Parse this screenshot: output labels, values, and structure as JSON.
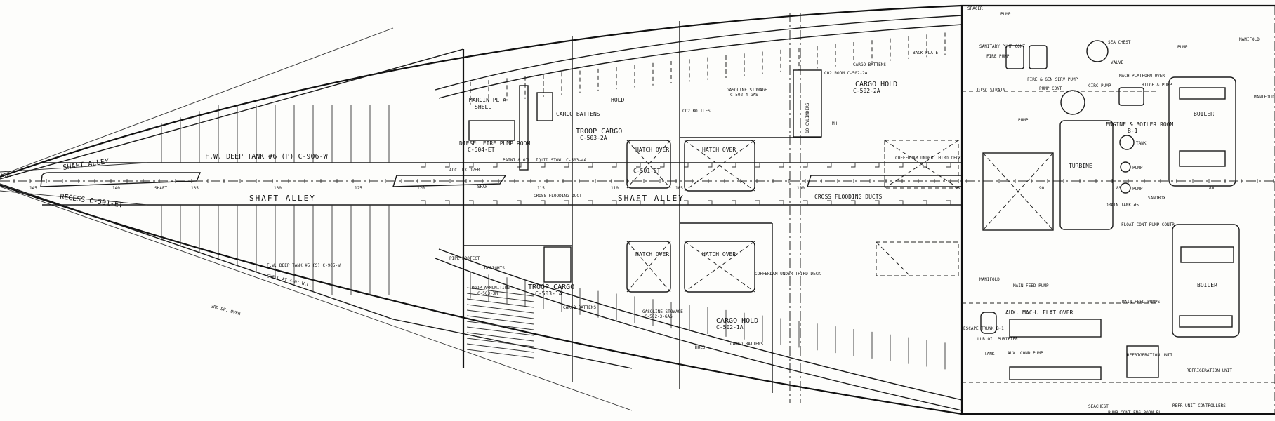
{
  "drawing": {
    "frames": [
      "145",
      "140",
      "135",
      "130",
      "125",
      "120",
      "115",
      "110",
      "105",
      "100",
      "95",
      "90",
      "85",
      "80"
    ],
    "labels": {
      "shaft_alley_fwd": "SHAFT  ALLEY",
      "shaft_alley_1": "SHAFT ALLEY",
      "shaft_alley_2": "SHAFT ALLEY",
      "recess": "RECESS C-501-ET",
      "wl": "W.L.",
      "fw_deep_tank_p": "F.W. DEEP TANK #6 (P) C-906-W",
      "fw_deep_tank_s": "F.W. DEEP TANK #5 (S) C-905-W",
      "shell_at_wl": "SHELL AT 4-0\" W.L.",
      "third_dk_over": "3RD DK. OVER",
      "shaft_1": "SHAFT",
      "shaft_2": "SHAFT",
      "margin_pl": "MARGIN PL AT",
      "margin_pl_2": "SHELL",
      "diesel_room": "DIESEL FIRE PUMP ROOM",
      "diesel_room_code": "C-504-ET",
      "acc_trk": "ACC TRK OVER",
      "paint_store": "PAINT & OIL LIQUID STOW. C-503-4A",
      "troop_cargo_2a": "TROOP CARGO",
      "troop_cargo_2a_code": "C-503-2A",
      "cargo_battens_1": "CARGO BATTENS",
      "hold_1": "HOLD",
      "hatch_over": "HATCH OVER",
      "c501et": "C-501-ET",
      "cross_flooding_duct": "CROSS FLOODING DUCT",
      "cross_flooding_ducts": "CROSS FLOODING DUCTS",
      "gasoline_4": "GASOLINE STOWAGE",
      "gasoline_4_code": "C-502-4-GAS",
      "co2_bottles": "CO2 BOTTLES",
      "co2_room": "CO2 ROOM C-502-2A",
      "cylinders": "10 CYLINDERS",
      "cargo_hold_2a": "CARGO HOLD",
      "cargo_hold_2a_code": "C-502-2A",
      "cargo_battens_2": "CARGO BATTENS",
      "back_plate": "BACK PLATE",
      "cofferdam_upper": "COFFERDAM UNDER THIRD DECK",
      "mh": "MH",
      "troop_ammo": "TROOP AMMUNITION",
      "troop_ammo_code": "C-503-3M",
      "pipe_protect": "PIPE PROTECT",
      "uprights": "UPRIGHTS",
      "troop_cargo_1a": "TROOP CARGO",
      "troop_cargo_1a_code": "C-503-1A",
      "cargo_battens_3": "CARGO BATTENS",
      "gasoline_3": "GASOLINE STOWAGE",
      "gasoline_3_code": "C-502-3-GAS",
      "cofferdam_lower": "COFFERDAM UNDER THIRD DECK",
      "cargo_hold_1a": "CARGO HOLD",
      "cargo_hold_1a_code": "C-502-1A",
      "hold_2": "HOLD",
      "cargo_battens_4": "CARGO BATTENS"
    },
    "engine_room": {
      "title": "ENGINE & BOILER ROOM",
      "code": "B-1",
      "turbine": "TURBINE",
      "boiler_upper": "BOILER",
      "boiler_lower": "BOILER",
      "tank": "TANK",
      "pump_1": "PUMP",
      "pump_2": "PUMP",
      "pump_3": "PUMP",
      "pump_4": "PUMP",
      "pump_5": "PUMP",
      "sea_chest": "SEA CHEST",
      "valve": "VALVE",
      "mach_platform": "MACH PLATFORM OVER",
      "bilge_pump": "BILGE & PUMP",
      "pump_cont": "PUMP CONT",
      "circ_pump": "CIRC PUMP",
      "fire_gen": "FIRE & GEN SERV PUMP",
      "fire_pump": "FIRE PUMP",
      "sanitary": "SANITARY PUMP CONT",
      "disc_strain": "DISC STRAIN",
      "manifold_1": "MANIFOLD",
      "manifold_2": "MANIFOLD",
      "manifold_3": "MANIFOLD",
      "main_feed_pump": "MAIN FEED PUMP",
      "main_feed_pumps": "MAIN FEED PUMPS",
      "aux_mach_flat": "AUX. MACH. FLAT OVER",
      "lub_oil": "LUB OIL PURIFIER",
      "aux_cond_pump": "AUX. COND PUMP",
      "tank_2": "TANK",
      "refrig_unit_1": "REFRIGERATION UNIT",
      "refrig_unit_2": "REFRIGERATION UNIT",
      "drain_tank": "DRAIN TANK #5",
      "float_cont": "FLOAT CONT PUMP CONTR",
      "sandbox": "SANDBOX",
      "seachest": "SEACHEST",
      "pump_cont_fl": "PUMP CONT ENG ROOM FL.",
      "refr_controllers": "REFR UNIT CONTROLLERS",
      "escape": "ESCAPE TRUNK B-1",
      "spare": "SPACER"
    }
  }
}
